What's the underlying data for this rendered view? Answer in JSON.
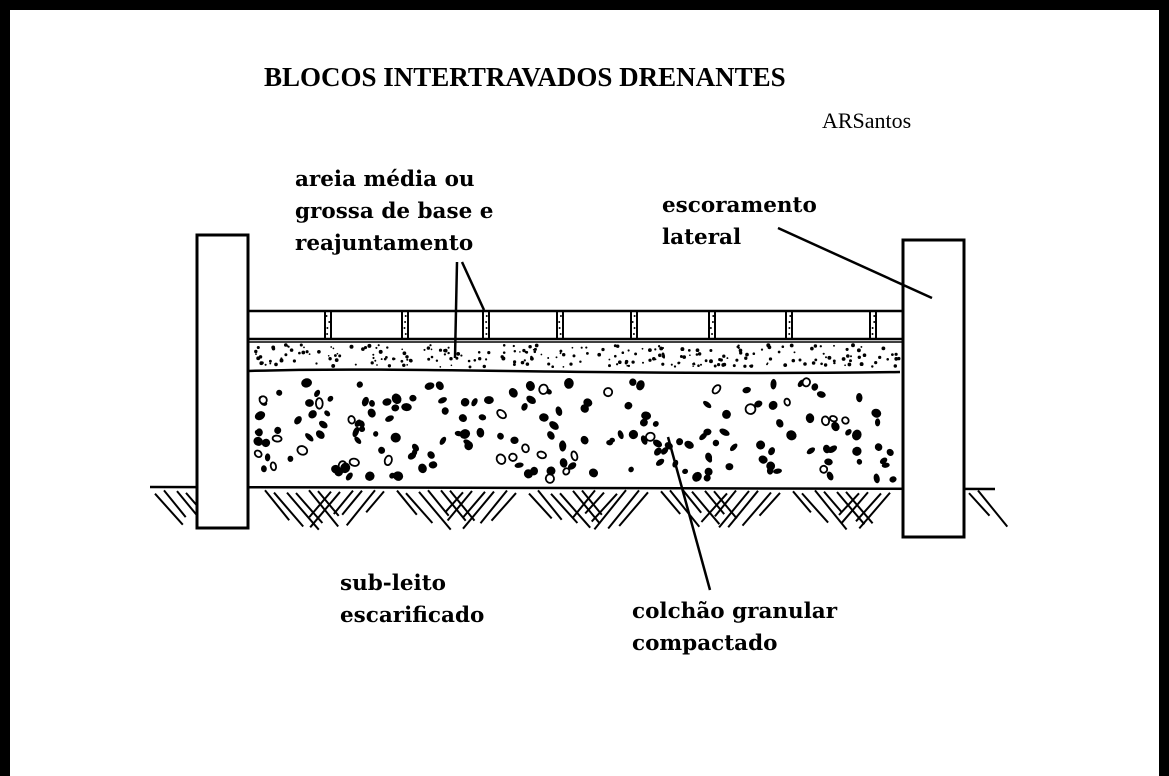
{
  "title": "BLOCOS INTERTRAVADOS DRENANTES",
  "author": "ARSantos",
  "labels": {
    "sand": [
      "areia média ou",
      "grossa de base e",
      "reajuntamento"
    ],
    "lateral": [
      "escoramento",
      "lateral"
    ],
    "subgrade": [
      "sub-leito",
      "escarificado"
    ],
    "granular": [
      "colchão granular",
      "compactado"
    ]
  }
}
